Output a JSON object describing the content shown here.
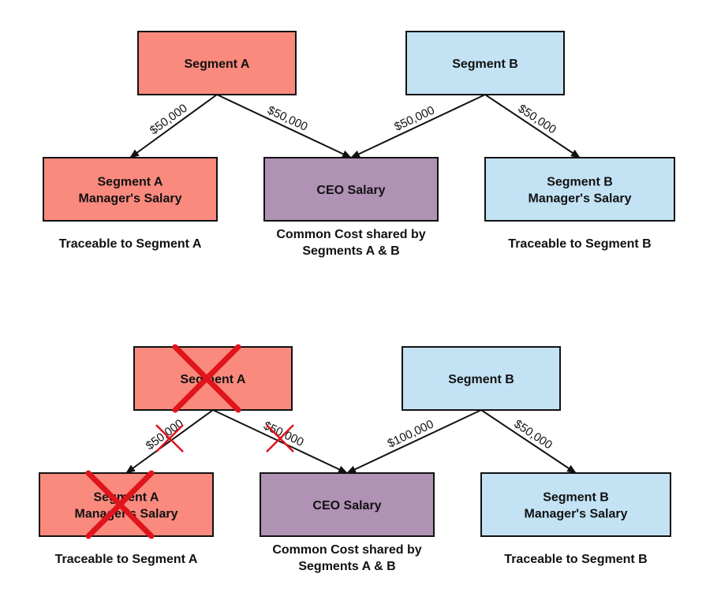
{
  "colors": {
    "segment_a": "#FA8A7D",
    "segment_b": "#C3E3F5",
    "ceo": "#B092B5",
    "border": "#111111",
    "cross": "#E0141C"
  },
  "diagrams": [
    {
      "id": "before",
      "nodes": {
        "seg_a": {
          "lines": [
            "Segment A"
          ],
          "crossed": false
        },
        "seg_b": {
          "lines": [
            "Segment B"
          ],
          "crossed": false
        },
        "mgr_a": {
          "lines": [
            "Segment A",
            "Manager's Salary"
          ],
          "crossed": false
        },
        "ceo": {
          "lines": [
            "CEO Salary"
          ],
          "crossed": false
        },
        "mgr_b": {
          "lines": [
            "Segment B",
            "Manager's Salary"
          ],
          "crossed": false
        }
      },
      "edges": [
        {
          "from": "seg_a",
          "to": "mgr_a",
          "label": "$50,000",
          "crossed": false
        },
        {
          "from": "seg_a",
          "to": "ceo",
          "label": "$50,000",
          "crossed": false
        },
        {
          "from": "seg_b",
          "to": "ceo",
          "label": "$50,000",
          "crossed": false
        },
        {
          "from": "seg_b",
          "to": "mgr_b",
          "label": "$50,000",
          "crossed": false
        }
      ],
      "captions": {
        "mgr_a": [
          "Traceable to Segment A"
        ],
        "ceo": [
          "Common Cost shared by",
          "Segments A & B"
        ],
        "mgr_b": [
          "Traceable to Segment B"
        ]
      }
    },
    {
      "id": "after",
      "nodes": {
        "seg_a": {
          "lines": [
            "Segment A"
          ],
          "crossed": true
        },
        "seg_b": {
          "lines": [
            "Segment B"
          ],
          "crossed": false
        },
        "mgr_a": {
          "lines": [
            "Segment A",
            "Manager's Salary"
          ],
          "crossed": true
        },
        "ceo": {
          "lines": [
            "CEO Salary"
          ],
          "crossed": false
        },
        "mgr_b": {
          "lines": [
            "Segment B",
            "Manager's Salary"
          ],
          "crossed": false
        }
      },
      "edges": [
        {
          "from": "seg_a",
          "to": "mgr_a",
          "label": "$50,000",
          "crossed": true
        },
        {
          "from": "seg_a",
          "to": "ceo",
          "label": "$50,000",
          "crossed": true
        },
        {
          "from": "seg_b",
          "to": "ceo",
          "label": "$100,000",
          "crossed": false
        },
        {
          "from": "seg_b",
          "to": "mgr_b",
          "label": "$50,000",
          "crossed": false
        }
      ],
      "captions": {
        "mgr_a": [
          "Traceable to Segment A"
        ],
        "ceo": [
          "Common Cost shared by",
          "Segments A & B"
        ],
        "mgr_b": [
          "Traceable to Segment B"
        ]
      }
    }
  ]
}
